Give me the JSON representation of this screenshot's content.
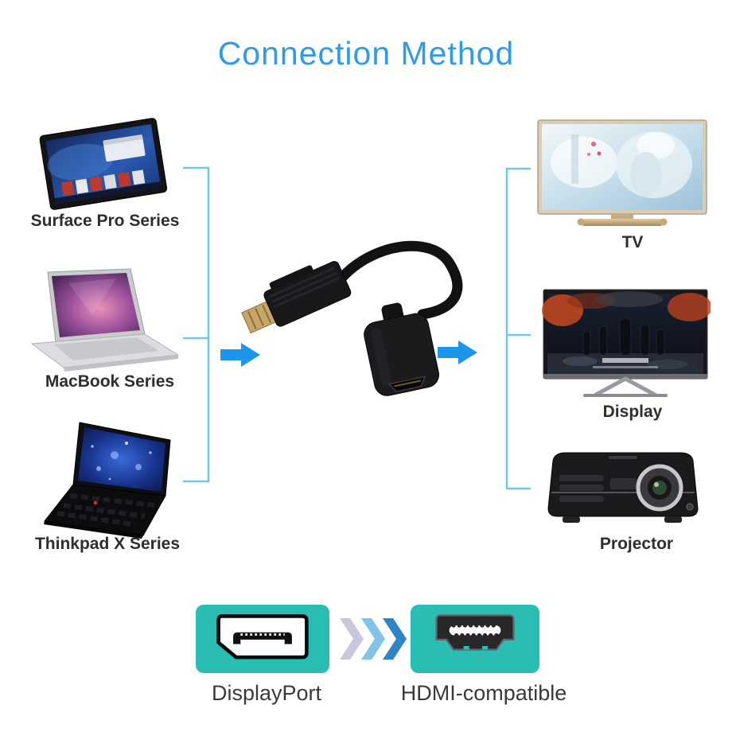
{
  "title": {
    "text": "Connection Method"
  },
  "sources": [
    {
      "label": "Surface Pro Series"
    },
    {
      "label": "MacBook Series"
    },
    {
      "label": "Thinkpad X Series"
    }
  ],
  "targets": [
    {
      "label": "TV"
    },
    {
      "label": "Display"
    },
    {
      "label": "Projector"
    }
  ],
  "connectors": [
    {
      "label": "DisplayPort"
    },
    {
      "label": "HDMI-compatible"
    }
  ],
  "icons": {
    "surface-pro-image": "tablet",
    "macbook-image": "silver-laptop",
    "thinkpad-image": "black-laptop",
    "tv-image": "television",
    "display-image": "monitor",
    "projector-image": "projector",
    "adapter-image": "displayport-to-hdmi-adapter-cable",
    "displayport-icon": "displayport-connector",
    "hdmi-icon": "hdmi-connector",
    "chevron-right-icon": "triple-chevron-right",
    "arrow-right-icon": "right-arrow"
  },
  "colors": {
    "title_blue": "#2f9ce8",
    "bracket_blue": "#6fc7e9",
    "arrow_blue": "#1b96ea",
    "teal": "#2abdb4",
    "chevron_1": "#c9c7db",
    "chevron_2": "#82c3e8",
    "chevron_3": "#2e85c5"
  }
}
